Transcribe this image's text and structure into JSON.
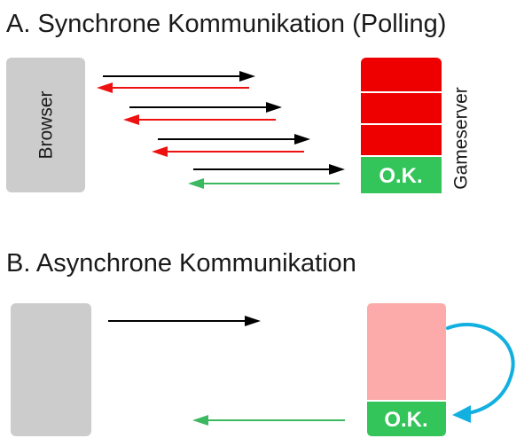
{
  "section_a": {
    "title": "A. Synchrone Kommunikation (Polling)",
    "client_label": "Browser",
    "server_label": "Gameserver",
    "ok_label": "O.K."
  },
  "section_b": {
    "title": "B. Asynchrone Kommunikation",
    "ok_label": "O.K."
  },
  "colors": {
    "client_box": "#cccccc",
    "server_busy": "#ee0000",
    "server_waiting": "#fcaaaa",
    "ok_green": "#33c45a",
    "request_arrow": "#000000",
    "poll_reply_arrow": "#ee1111",
    "ok_reply_arrow": "#3cb860",
    "callback_arrow": "#12b0e0"
  }
}
